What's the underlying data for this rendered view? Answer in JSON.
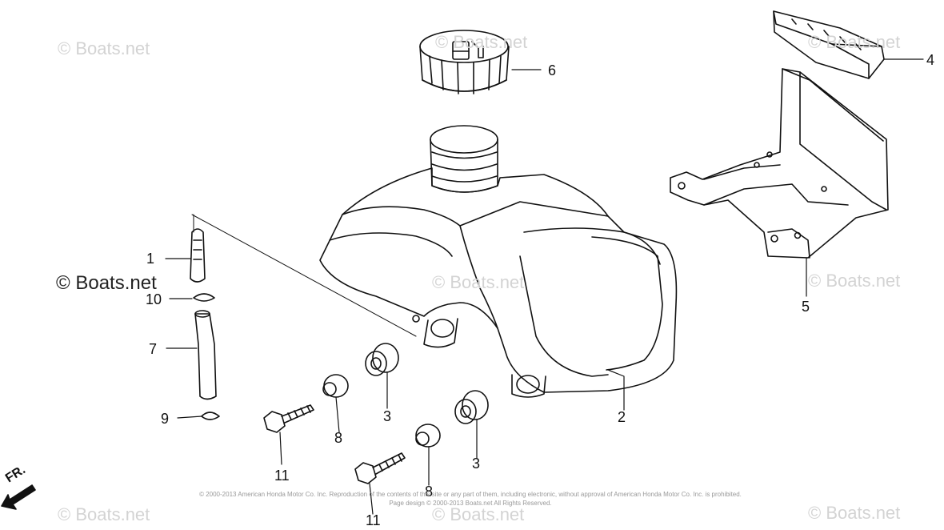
{
  "watermark": "© Boats.net",
  "callouts": [
    "1",
    "10",
    "7",
    "9",
    "11",
    "8",
    "3",
    "6",
    "4",
    "5",
    "2",
    "3",
    "8",
    "11"
  ],
  "front_marker": "FR.",
  "copyright_lines": [
    "© 2000-2013 American Honda Motor Co. Inc. Reproduction of the contents of this site or any part of them, including electronic, without approval of American Honda Motor Co. Inc. is prohibited.",
    "Page design © 2000-2013 Boats.net All Rights Reserved."
  ],
  "parts": [
    {
      "ref": "1",
      "name": "fuel-strainer"
    },
    {
      "ref": "2",
      "name": "fuel-tank"
    },
    {
      "ref": "3",
      "name": "grommet"
    },
    {
      "ref": "4",
      "name": "rubber-cushion"
    },
    {
      "ref": "5",
      "name": "tank-bracket"
    },
    {
      "ref": "6",
      "name": "fuel-cap"
    },
    {
      "ref": "7",
      "name": "fuel-tube"
    },
    {
      "ref": "8",
      "name": "collar"
    },
    {
      "ref": "9",
      "name": "tube-clip"
    },
    {
      "ref": "10",
      "name": "tube-clip"
    },
    {
      "ref": "11",
      "name": "flange-bolt"
    }
  ]
}
